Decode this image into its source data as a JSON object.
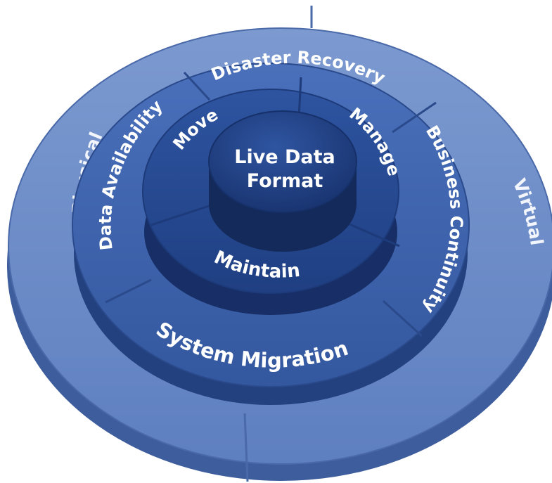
{
  "diagram": {
    "core": {
      "line1": "Live Data",
      "line2": "Format"
    },
    "inner_ring": [
      "Move",
      "Manage",
      "Maintain"
    ],
    "middle_ring": [
      "Disaster Recovery",
      "Business Continuity",
      "System Migration",
      "Data Availability"
    ],
    "outer_ring": [
      "Physical",
      "Virtual"
    ]
  },
  "colors": {
    "outer_ring": "#6a8bc7",
    "outer_ring_edge": "#4a69a9",
    "middle_ring": "#3e64b1",
    "middle_ring_side": "#27478c",
    "inner_ring": "#2b4e97",
    "inner_ring_side": "#1b356f",
    "core": "#1f3d7c",
    "core_side": "#142a5a",
    "text": "#ffffff"
  }
}
